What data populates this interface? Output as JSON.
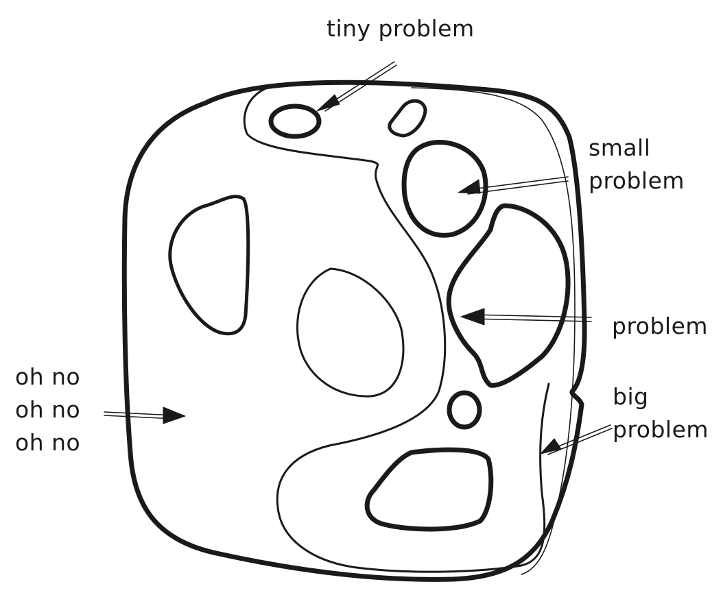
{
  "diagram": {
    "labels": {
      "tiny": "tiny problem",
      "small": "small\nproblem",
      "problem": "problem",
      "big": "big\nproblem",
      "ohno": "oh no\noh no\noh no"
    },
    "colors": {
      "stroke": "#1a1a1a",
      "background": "#ffffff"
    }
  }
}
